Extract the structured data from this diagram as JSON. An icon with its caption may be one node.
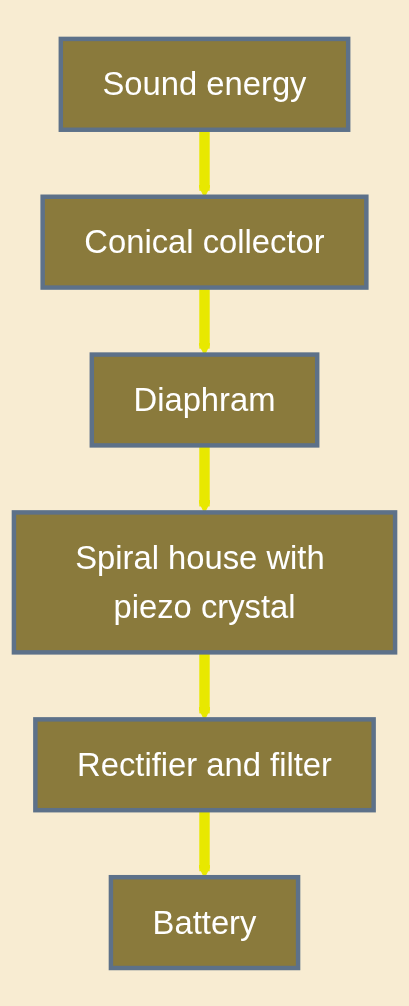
{
  "diagram": {
    "nodes": [
      {
        "text": [
          "Sound energy"
        ]
      },
      {
        "text": [
          "Conical collector"
        ]
      },
      {
        "text": [
          "Diaphram"
        ]
      },
      {
        "text": [
          "Spiral house with piezo crystal"
        ]
      },
      {
        "text": [
          "Rectifier and filter"
        ]
      },
      {
        "text": [
          "Battery"
        ]
      }
    ],
    "edges": [
      {
        "from": 0,
        "to": 1,
        "arrow": "to"
      },
      {
        "from": 1,
        "to": 2,
        "arrow": "to"
      },
      {
        "from": 2,
        "to": 3,
        "arrow": "to"
      },
      {
        "from": 3,
        "to": 4,
        "arrow": "to"
      },
      {
        "from": 4,
        "to": 5,
        "arrow": "to"
      }
    ]
  }
}
